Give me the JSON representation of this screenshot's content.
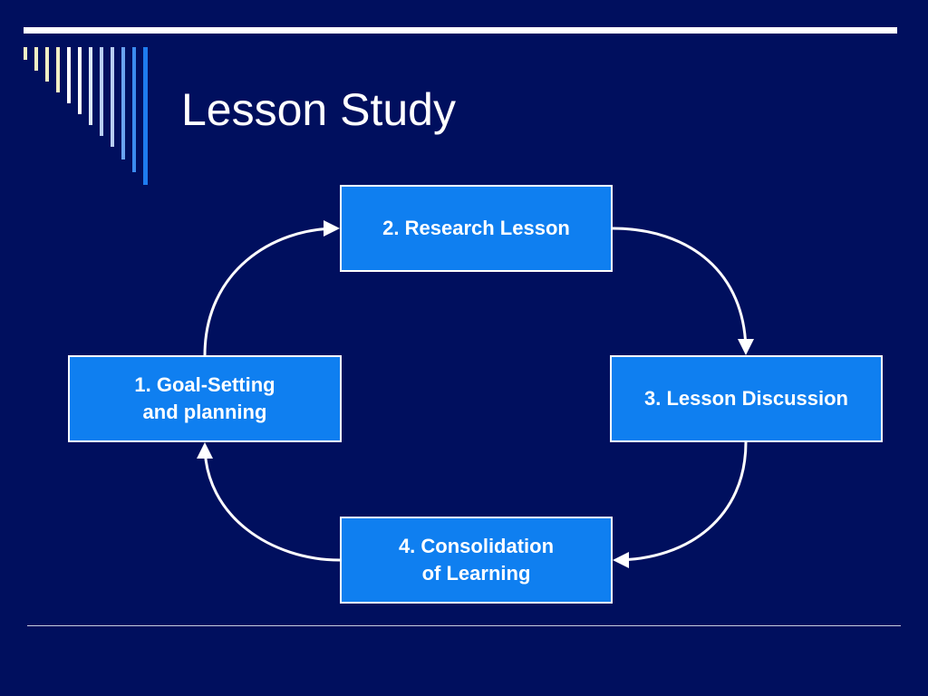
{
  "slide": {
    "title": "Lesson Study"
  },
  "diagram": {
    "steps": [
      {
        "id": "goal",
        "line1": "1. Goal-Setting",
        "line2": "and planning"
      },
      {
        "id": "research",
        "line1": "2. Research Lesson",
        "line2": ""
      },
      {
        "id": "discussion",
        "line1": "3. Lesson Discussion",
        "line2": ""
      },
      {
        "id": "consolidation",
        "line1": "4. Consolidation",
        "line2": "of Learning"
      }
    ]
  },
  "colors": {
    "background": "#000f5e",
    "box_fill": "#0f7ff0",
    "box_border": "#ffffff",
    "text": "#ffffff",
    "stripe_light": "#f2f0c4",
    "stripe_mid": "#b7cdf0",
    "stripe_blue": "#1e7cf0"
  }
}
